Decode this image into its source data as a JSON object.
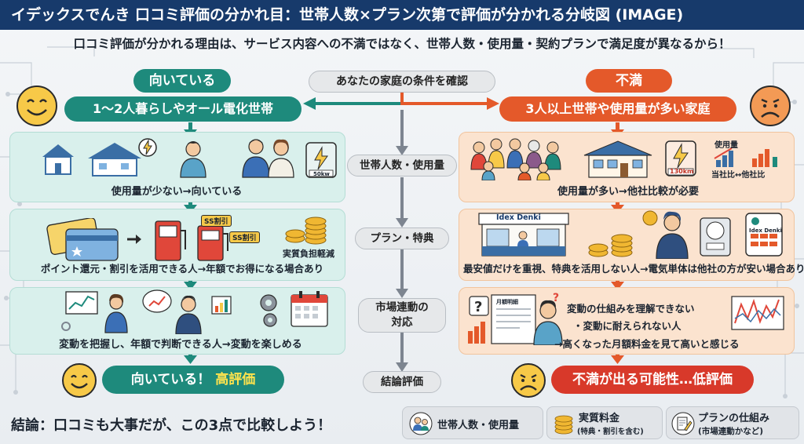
{
  "title": "イデックスでんき 口コミ評価の分かれ目：世帯人数×プラン次第で評価が分かれる分岐図 (IMAGE)",
  "subtitle": "口コミ評価が分かれる理由は、サービス内容への不満ではなく、世帯人数・使用量・契約プランで満足度が異なるから！",
  "top": {
    "check": "あなたの家庭の条件を確認",
    "left_tag": "向いている",
    "left_cond": "1〜2人暮らしやオール電化世帯",
    "right_tag": "不満",
    "right_cond": "3人以上世帯や使用量が多い家庭"
  },
  "center_steps": [
    "世帯人数・使用量",
    "プラン・特典",
    "市場連動の\n対応",
    "結論評価"
  ],
  "left_rows": [
    {
      "caption": "使用量が少ない→向いている",
      "meter": "50kw"
    },
    {
      "caption": "ポイント還元・割引を活用できる人→年額でお得になる場合あり",
      "badge1": "SS割引",
      "badge2": "SS割引",
      "coins_label": "実質負担軽減"
    },
    {
      "caption": "変動を把握し、年額で判断できる人→変動を楽しめる"
    }
  ],
  "right_rows": [
    {
      "caption": "使用量が多い→他社比較が必要",
      "meter": "130km",
      "usage_label": "使用量",
      "compare_label": "当社比↔他社比"
    },
    {
      "caption": "最安値だけを重視、特典を活用しない人→電気単体は他社の方が安い場合あり",
      "shop_sign": "Idex Denki",
      "tablet_label": "Idex Denki"
    },
    {
      "line1": "変動の仕組みを理解できない",
      "line2": "・変動に耐えられない人",
      "line3": "→高くなった月額料金を見て高いと感じる",
      "bill_label": "月額明細"
    }
  ],
  "results": {
    "good_main": "向いている！",
    "good_accent": "高評価",
    "bad": "不満が出る可能性…低評価"
  },
  "footer": {
    "conclusion": "結論：口コミも大事だが、この3点で比較しよう！",
    "legend": [
      {
        "label": "世帯人数・使用量"
      },
      {
        "label": "実質料金",
        "sub": "(特典・割引を含む)"
      },
      {
        "label": "プランの仕組み",
        "sub": "(市場連動かなど)"
      }
    ]
  },
  "colors": {
    "navy": "#173a6b",
    "teal": "#1e8a7c",
    "orange": "#e4592a",
    "red": "#d8392a",
    "yellow": "#f7c948"
  }
}
